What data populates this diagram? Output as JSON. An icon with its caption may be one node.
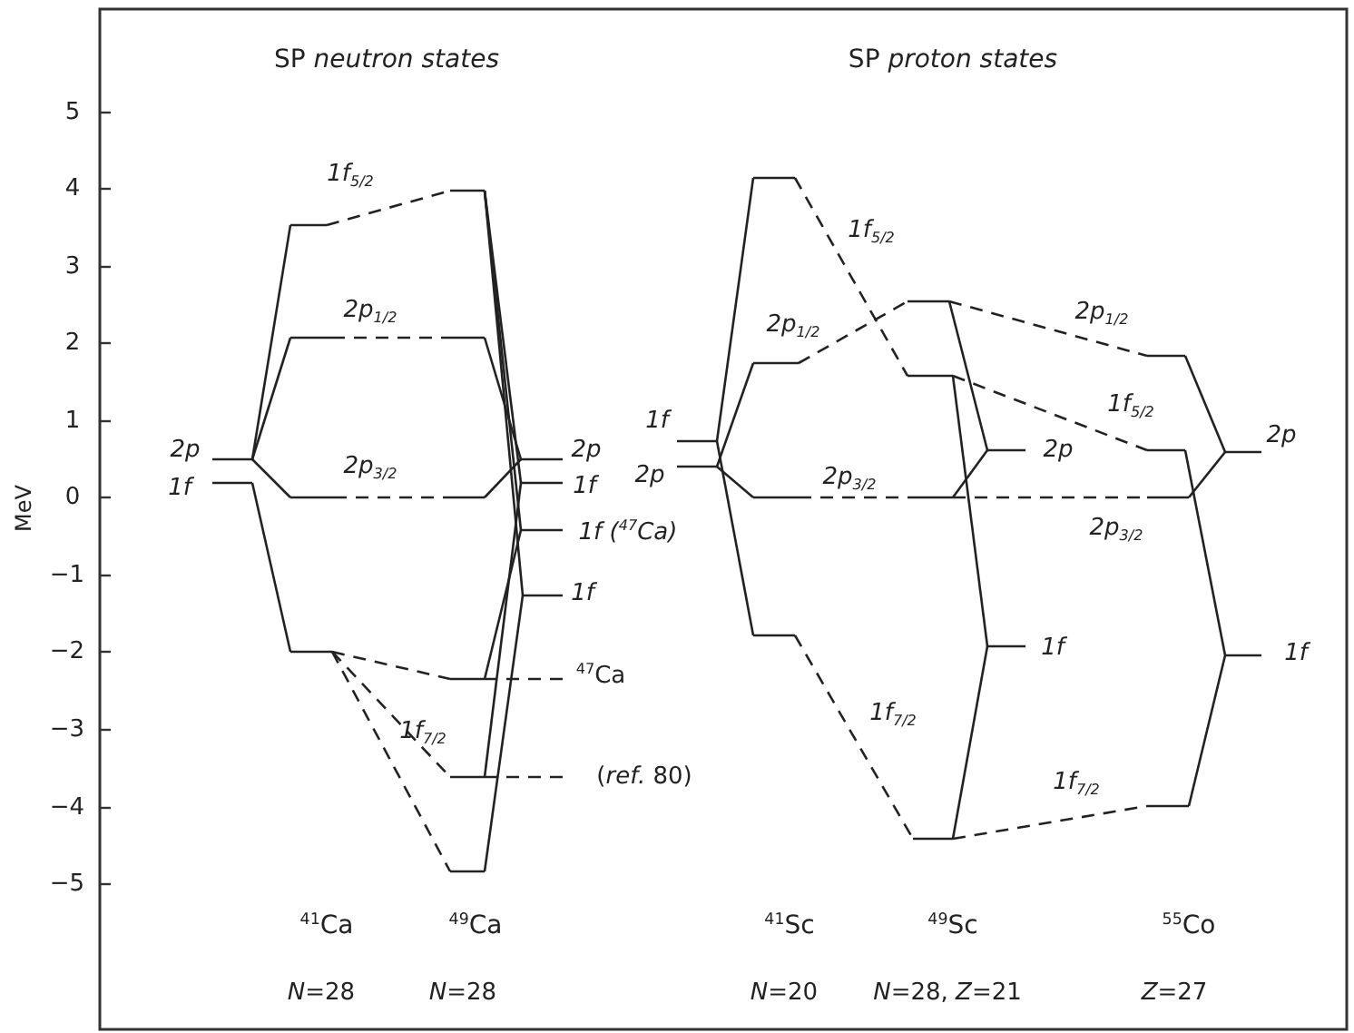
{
  "diagram": {
    "labels": [
      "SP *neutron states*",
      "SP *proton states*",
      "5",
      "4",
      "3",
      "2",
      "1",
      "0",
      "−1",
      "−2",
      "−3",
      "−4",
      "−5",
      "MeV",
      "1f$_{5/2}$",
      "2p$_{1/2}$",
      "2p",
      "1f",
      "2p$_{3/2}$",
      "2p",
      "1f",
      "1f ($^{47}$Ca)",
      "1f",
      "$^{47}$Ca",
      "1f$_{7/2}$",
      "(*ref.* 80)",
      "1f$_{5/2}$",
      "1f",
      "2p$_{1/2}$",
      "2p",
      "2p$_{1/2}$",
      "1f$_{5/2}$",
      "2p",
      "2p",
      "2p$_{3/2}$",
      "2p$_{3/2}$",
      "1f",
      "1f",
      "1f$_{7/2}$",
      "1f$_{7/2}$",
      "$^{41}$Ca",
      "$^{49}$Ca",
      "$^{41}$Sc",
      "$^{49}$Sc",
      "$^{55}$Co",
      "*N*=28",
      "*N*=28",
      "*N*=20",
      "*N*=28, *Z*=21",
      "*Z*=27"
    ]
  }
}
